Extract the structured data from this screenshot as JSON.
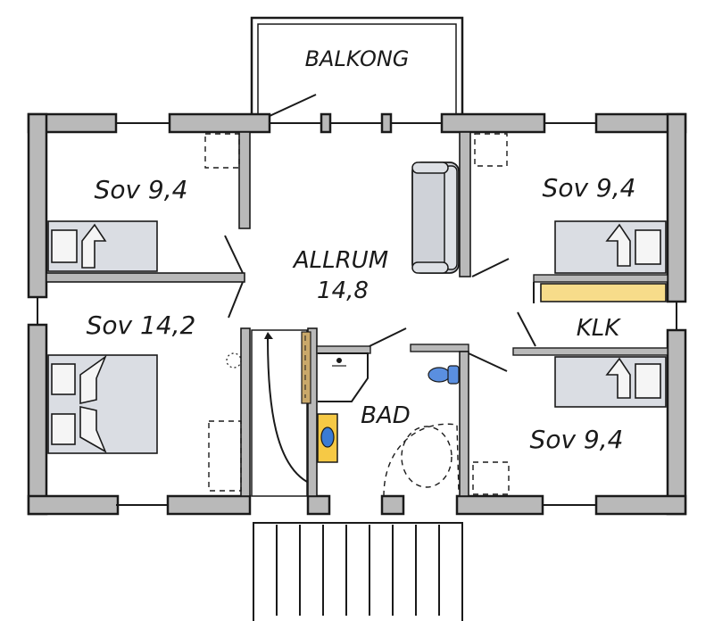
{
  "rooms": {
    "balcony": "BALKONG",
    "bedroom_top_left": "Sov 9,4",
    "bedroom_top_right": "Sov 9,4",
    "living_name": "ALLRUM",
    "living_area": "14,8",
    "bedroom_bottom_left": "Sov 14,2",
    "closet": "KLK",
    "bathroom": "BAD",
    "bedroom_bottom_right": "Sov 9,4"
  },
  "colors": {
    "wall_fill": "#b9b9b9",
    "ink": "#1a1a1a",
    "bed_fill": "#dadde3",
    "sofa_fill": "#cfd2d8",
    "shelf_yellow": "#f7dc8a",
    "sink_blue": "#3a7bd5",
    "counter_yellow": "#f6c945",
    "toilet_blue": "#5a8fe0"
  }
}
